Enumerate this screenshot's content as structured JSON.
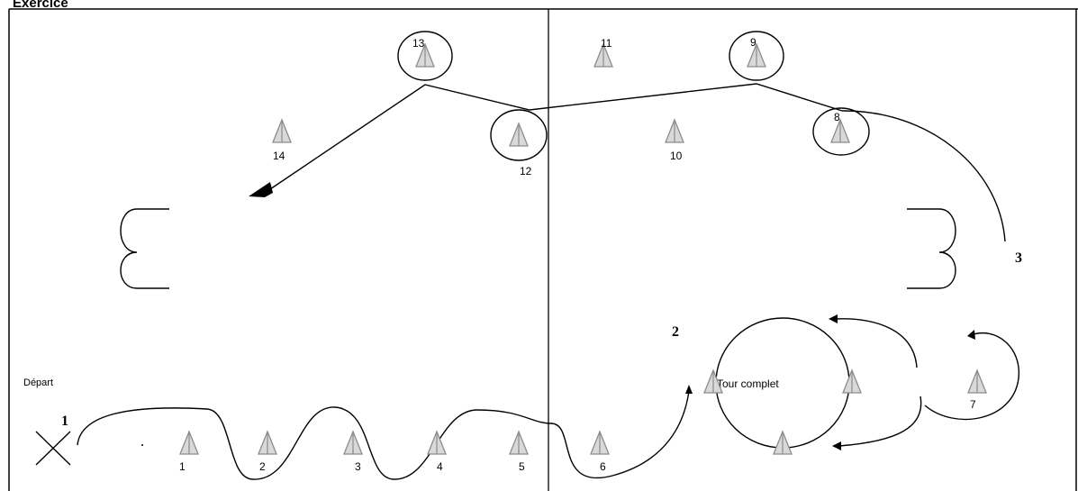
{
  "header_text": "Exercice",
  "start_label": "Départ",
  "circle_label": "Tour complet",
  "steps": {
    "s1": "1",
    "s2": "2",
    "s3": "3"
  },
  "cones": {
    "c1": "1",
    "c2": "2",
    "c3": "3",
    "c4": "4",
    "c5": "5",
    "c6": "6",
    "c7": "7",
    "c8": "8",
    "c9": "9",
    "c10": "10",
    "c11": "11",
    "c12": "12",
    "c13": "13",
    "c14": "14"
  },
  "colors": {
    "ink": "#000000",
    "cone_fill": "#d9d9d9",
    "cone_stroke": "#8c8c8c"
  },
  "icons": {
    "start": "start-cross-icon",
    "cone": "cone-icon",
    "goal": "goal-icon"
  }
}
